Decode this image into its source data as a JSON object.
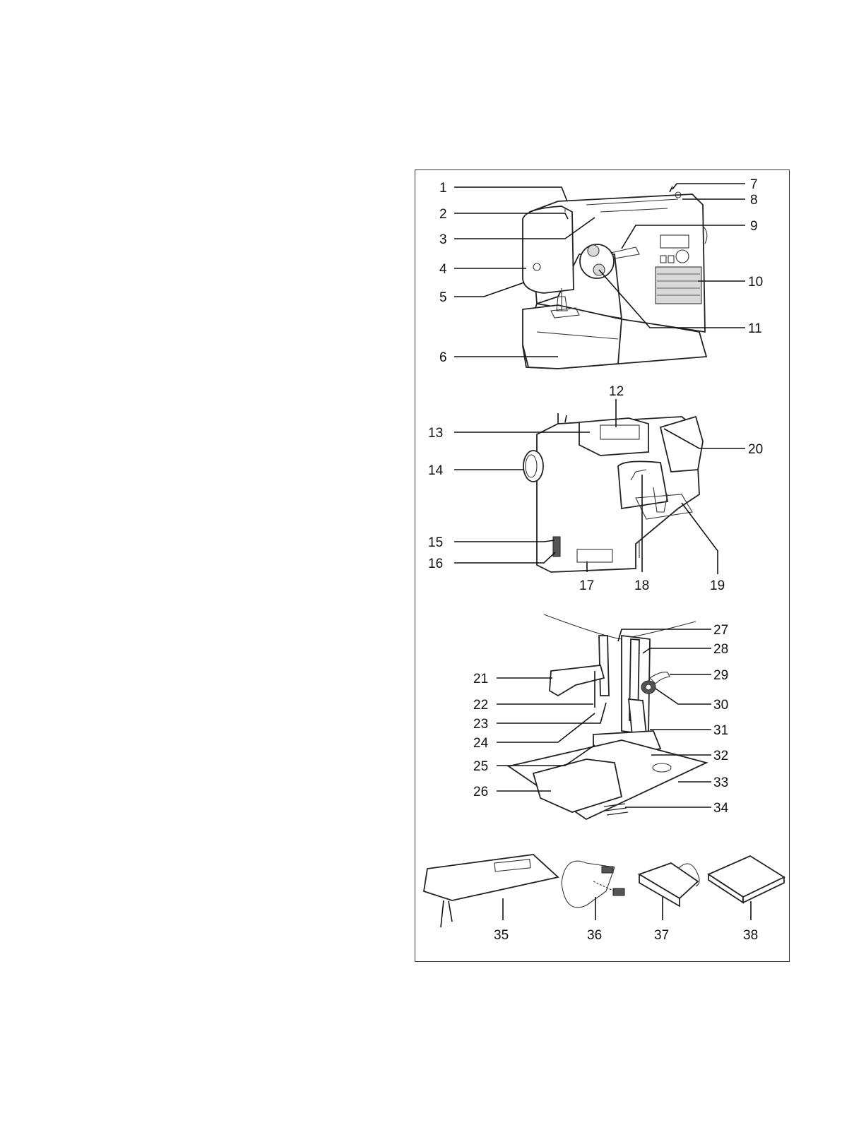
{
  "callouts": {
    "c1": "1",
    "c2": "2",
    "c3": "3",
    "c4": "4",
    "c5": "5",
    "c6": "6",
    "c7": "7",
    "c8": "8",
    "c9": "9",
    "c10": "10",
    "c11": "11",
    "c12": "12",
    "c13": "13",
    "c14": "14",
    "c15": "15",
    "c16": "16",
    "c17": "17",
    "c18": "18",
    "c19": "19",
    "c20": "20",
    "c21": "21",
    "c22": "22",
    "c23": "23",
    "c24": "24",
    "c25": "25",
    "c26": "26",
    "c27": "27",
    "c28": "28",
    "c29": "29",
    "c30": "30",
    "c31": "31",
    "c32": "32",
    "c33": "33",
    "c34": "34",
    "c35": "35",
    "c36": "36",
    "c37": "37",
    "c38": "38"
  },
  "colors": {
    "line": "#111111",
    "frame": "#333333",
    "shade": "#d9d9d9"
  }
}
